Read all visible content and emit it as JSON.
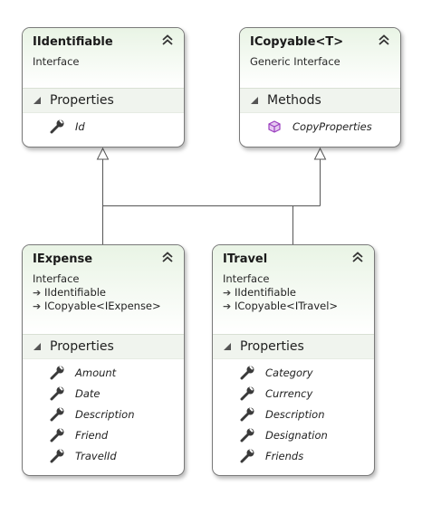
{
  "diagram": {
    "boxes": {
      "iidentifiable": {
        "title": "IIdentifiable",
        "kind": "Interface",
        "section": "Properties",
        "members": [
          "Id"
        ]
      },
      "icopyable": {
        "title": "ICopyable<T>",
        "kind": "Generic Interface",
        "section": "Methods",
        "members": [
          "CopyProperties"
        ]
      },
      "iexpense": {
        "title": "IExpense",
        "kind": "Interface",
        "inherits": [
          "IIdentifiable",
          "ICopyable<IExpense>"
        ],
        "section": "Properties",
        "members": [
          "Amount",
          "Date",
          "Description",
          "Friend",
          "TravelId"
        ]
      },
      "itravel": {
        "title": "ITravel",
        "kind": "Interface",
        "inherits": [
          "IIdentifiable",
          "ICopyable<ITravel>"
        ],
        "section": "Properties",
        "members": [
          "Category",
          "Currency",
          "Description",
          "Designation",
          "Friends"
        ]
      }
    },
    "icons": {
      "property": "wrench-icon",
      "method": "method-cube-icon",
      "inherit": "inherit-arrow-icon",
      "collapse": "collapse-chevrons-icon",
      "section_toggle": "section-collapse-triangle-icon"
    },
    "colors": {
      "header_gradient": "#e9f4e5",
      "section_bar": "#f0f4ee",
      "border": "#7a7a7a",
      "connector": "#555555",
      "method_icon": "#9b3fbf"
    }
  }
}
